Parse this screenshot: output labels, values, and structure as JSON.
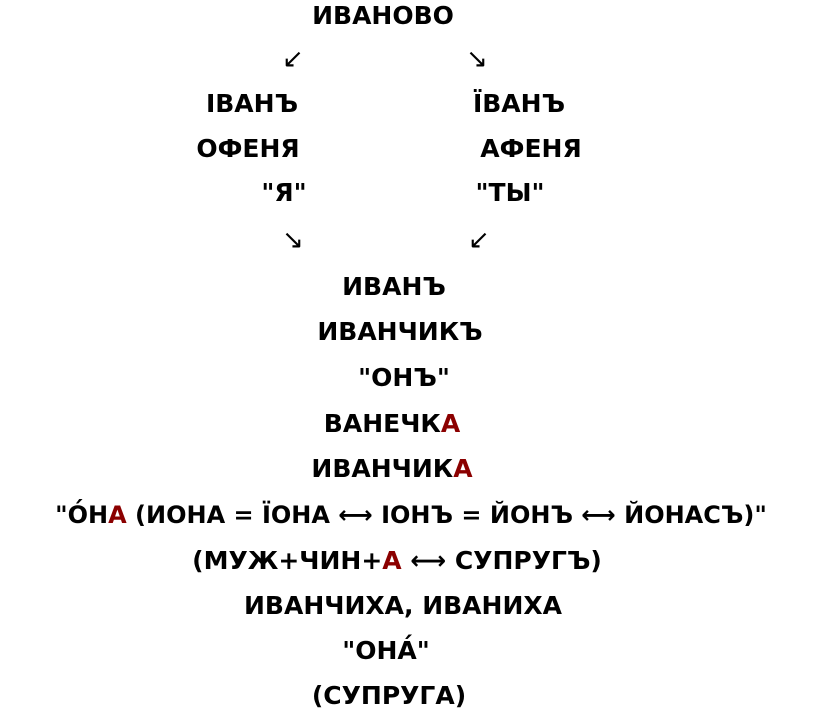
{
  "top": "ИВАНОВО",
  "arrows": {
    "down_left": "↙",
    "down_right": "↘"
  },
  "left_col": {
    "ivan": "ІВАНЪ",
    "ofenya": "ОФЕНЯ",
    "ya": "\"Я\""
  },
  "right_col": {
    "ivan": "ЇВАНЪ",
    "afenya": "АФЕНЯ",
    "ty": "\"ТЫ\""
  },
  "center": {
    "ivan": "ИВАНЪ",
    "ivanchik": "ИВАНЧИКЪ",
    "on": "\"ОНЪ\"",
    "vanechka_stem": "ВАНЕЧК",
    "ivanchika_stem": "ИВАНЧИК",
    "suffix_a": "А"
  },
  "ona_line": {
    "open": "\"О́Н",
    "a": "А",
    "rest": " (ИОНА = ЇОНА ⟷ ІОНЪ = ЙОНЪ ⟷ ЙОНАСЪ)\""
  },
  "muzh_line": {
    "open": "(МУЖ+ЧИН+",
    "a": "А",
    "rest": " ⟷ СУПРУГЪ)"
  },
  "ivanchikha": "ИВАНЧИХА, ИВАНИХА",
  "ona2": "\"ОНА́\"",
  "supruga": "(СУПРУГА)",
  "colors": {
    "text": "#000000",
    "highlight": "#8b0000"
  }
}
